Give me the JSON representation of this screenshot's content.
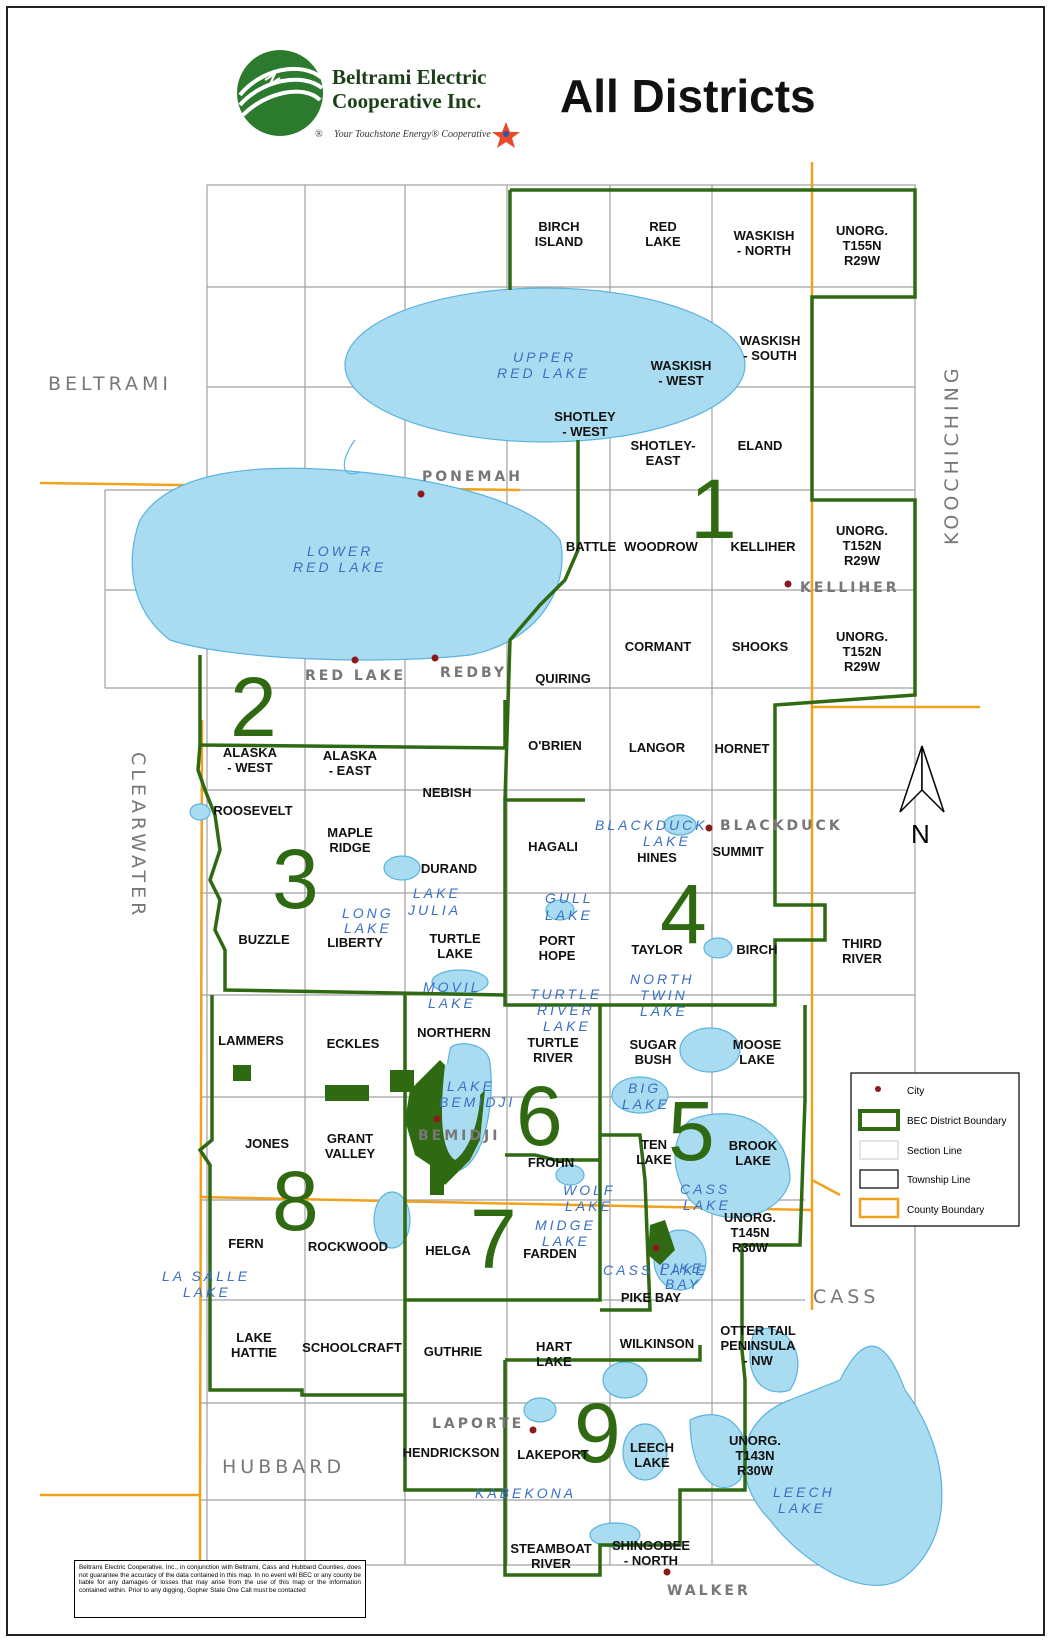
{
  "title": "All Districts",
  "logo": {
    "name_line1": "Beltrami Electric",
    "name_line2": "Cooperative Inc.",
    "tagline": "Your Touchstone Energy® Cooperative",
    "registered_mark": "®"
  },
  "counties": {
    "beltrami": "BELTRAMI",
    "koochiching": "KOOCHICHING",
    "clearwater": "CLEARWATER",
    "hubbard": "HUBBARD",
    "cass": "CASS"
  },
  "cities": {
    "ponemah": "PONEMAH",
    "red_lake": "RED LAKE",
    "redby": "REDBY",
    "kelliher": "KELLIHER",
    "blackduck": "BLACKDUCK",
    "bemidji": "BEMIDJI",
    "laporte": "LAPORTE",
    "walker": "WALKER",
    "cass_lake": "CASS LAKE"
  },
  "lakes": {
    "upper_red_1": "UPPER",
    "upper_red_2": "RED LAKE",
    "lower_red_1": "LOWER",
    "lower_red_2": "RED LAKE",
    "blackduck_1": "BLACKDUCK",
    "blackduck_2": "LAKE",
    "long_1": "LONG",
    "long_2": "LAKE",
    "lake_julia_1": "LAKE",
    "lake_julia_2": "JULIA",
    "gull_1": "GULL",
    "gull_2": "LAKE",
    "movil_1": "MOVIL",
    "movil_2": "LAKE",
    "turtle_river_1": "TURTLE",
    "turtle_river_2": "RIVER",
    "turtle_river_3": "LAKE",
    "north_twin_1": "NORTH",
    "north_twin_2": "TWIN",
    "north_twin_3": "LAKE",
    "bemidji_1": "LAKE",
    "bemidji_2": "BEMIDJI",
    "big_1": "BIG",
    "big_2": "LAKE",
    "wolf_1": "WOLF",
    "wolf_2": "LAKE",
    "cass_1": "CASS",
    "cass_2": "LAKE",
    "midge_1": "MIDGE",
    "midge_2": "LAKE",
    "pike_bay_1": "PIKE",
    "pike_bay_2": "BAY",
    "la_salle_1": "LA SALLE",
    "la_salle_2": "LAKE",
    "kabekona": "KABEKONA",
    "leech_1": "LEECH",
    "leech_2": "LAKE"
  },
  "districts": [
    "1",
    "2",
    "3",
    "4",
    "5",
    "6",
    "7",
    "8",
    "9"
  ],
  "townships": [
    [
      "BIRCH",
      "ISLAND"
    ],
    [
      "RED",
      "LAKE"
    ],
    [
      "WASKISH",
      "- NORTH"
    ],
    [
      "UNORG.",
      "T155N",
      "R29W"
    ],
    [
      "WASKISH",
      "- SOUTH"
    ],
    [
      "WASKISH",
      "- WEST"
    ],
    [
      "SHOTLEY",
      "- WEST"
    ],
    [
      "SHOTLEY-",
      "EAST"
    ],
    [
      "ELAND"
    ],
    [
      "BATTLE"
    ],
    [
      "WOODROW"
    ],
    [
      "KELLIHER"
    ],
    [
      "UNORG.",
      "T152N",
      "R29W"
    ],
    [
      "CORMANT"
    ],
    [
      "SHOOKS"
    ],
    [
      "UNORG.",
      "T152N",
      "R29W"
    ],
    [
      "QUIRING"
    ],
    [
      "O'BRIEN"
    ],
    [
      "LANGOR"
    ],
    [
      "HORNET"
    ],
    [
      "ALASKA",
      "- WEST"
    ],
    [
      "ALASKA",
      "- EAST"
    ],
    [
      "NEBISH"
    ],
    [
      "ROOSEVELT"
    ],
    [
      "MAPLE",
      "RIDGE"
    ],
    [
      "DURAND"
    ],
    [
      "HAGALI"
    ],
    [
      "HINES"
    ],
    [
      "SUMMIT"
    ],
    [
      "BUZZLE"
    ],
    [
      "LIBERTY"
    ],
    [
      "TURTLE",
      "LAKE"
    ],
    [
      "PORT",
      "HOPE"
    ],
    [
      "TAYLOR"
    ],
    [
      "BIRCH"
    ],
    [
      "THIRD",
      "RIVER"
    ],
    [
      "LAMMERS"
    ],
    [
      "ECKLES"
    ],
    [
      "NORTHERN"
    ],
    [
      "TURTLE",
      "RIVER"
    ],
    [
      "SUGAR",
      "BUSH"
    ],
    [
      "MOOSE",
      "LAKE"
    ],
    [
      "JONES"
    ],
    [
      "GRANT",
      "VALLEY"
    ],
    [
      "FROHN"
    ],
    [
      "TEN",
      "LAKE"
    ],
    [
      "BROOK",
      "LAKE"
    ],
    [
      "FERN"
    ],
    [
      "ROCKWOOD"
    ],
    [
      "HELGA"
    ],
    [
      "FARDEN"
    ],
    [
      "UNORG.",
      "T145N",
      "R30W"
    ],
    [
      "PIKE BAY"
    ],
    [
      "LAKE",
      "HATTIE"
    ],
    [
      "SCHOOLCRAFT"
    ],
    [
      "GUTHRIE"
    ],
    [
      "HART",
      "LAKE"
    ],
    [
      "WILKINSON"
    ],
    [
      "OTTER TAIL",
      "PENINSULA",
      "- NW"
    ],
    [
      "HENDRICKSON"
    ],
    [
      "LAKEPORT"
    ],
    [
      "LEECH",
      "LAKE"
    ],
    [
      "UNORG.",
      "T143N",
      "R30W"
    ],
    [
      "STEAMBOAT",
      "RIVER"
    ],
    [
      "SHINGOBEE",
      "- NORTH"
    ]
  ],
  "legend": {
    "city": "City",
    "district_boundary": "BEC District Boundary",
    "section_line": "Section Line",
    "township_line": "Township Line",
    "county_boundary": "County Boundary"
  },
  "north_label": "N",
  "disclaimer": "Beltrami Electric Cooperative, Inc., in conjunction with Beltrami, Cass and Hubbard Counties, does not guarantee the accuracy of the data contained in this map. In no event will BEC or any county be liable for any damages or losses that may arise from the use of this map or the information contained within. Prior to any digging, Gopher State One Call must be contacted",
  "colors": {
    "lake_fill": "#a9dcf0",
    "lake_outline": "#5bb3df",
    "district_boundary": "#2f6a12",
    "county_boundary": "#f0a21c",
    "township_line": "#9a9a9a",
    "logo_green": "#2b7a2e"
  }
}
